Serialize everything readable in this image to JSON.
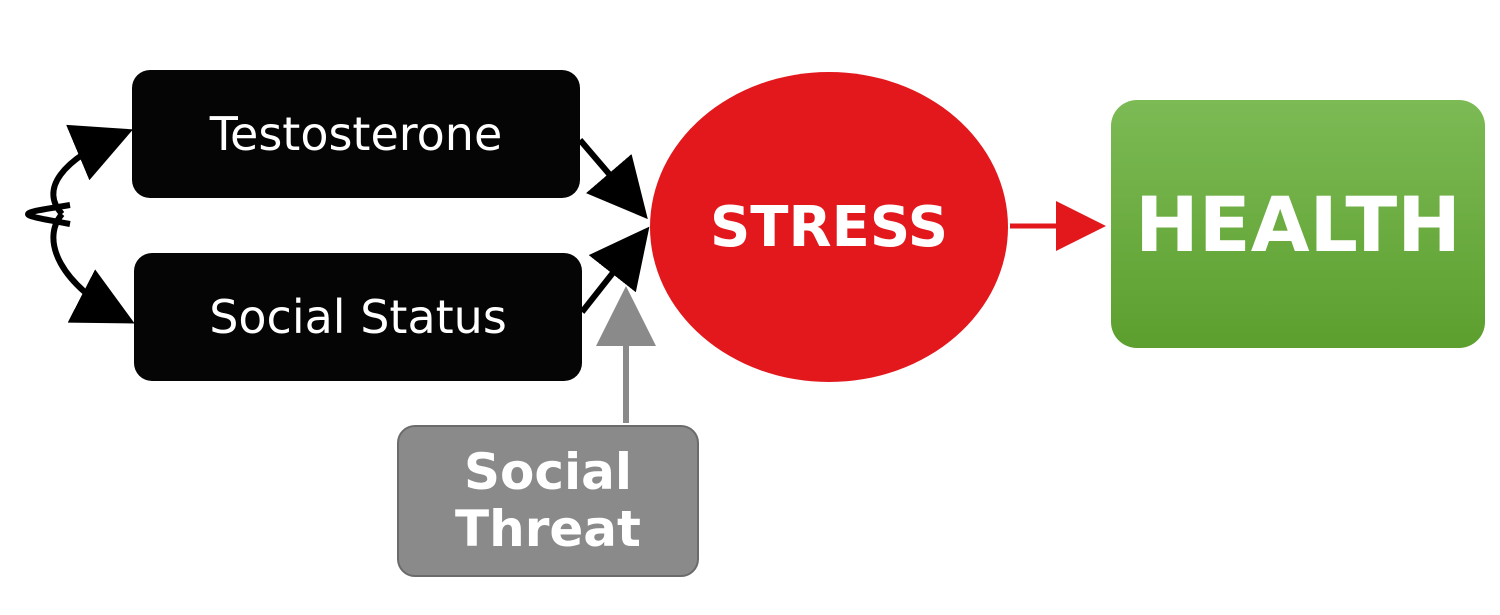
{
  "nodes": {
    "testosterone": "Testosterone",
    "social_status": "Social Status",
    "stress": "STRESS",
    "health": "HEALTH",
    "social_threat_line1": "Social",
    "social_threat_line2": "Threat"
  },
  "colors": {
    "black_box": "#050505",
    "stress": "#e2181d",
    "health": "#6aad3c",
    "threat": "#8a8a8a",
    "arrow_black": "#000000",
    "arrow_red": "#e2181d",
    "arrow_grey": "#8a8a8a"
  }
}
